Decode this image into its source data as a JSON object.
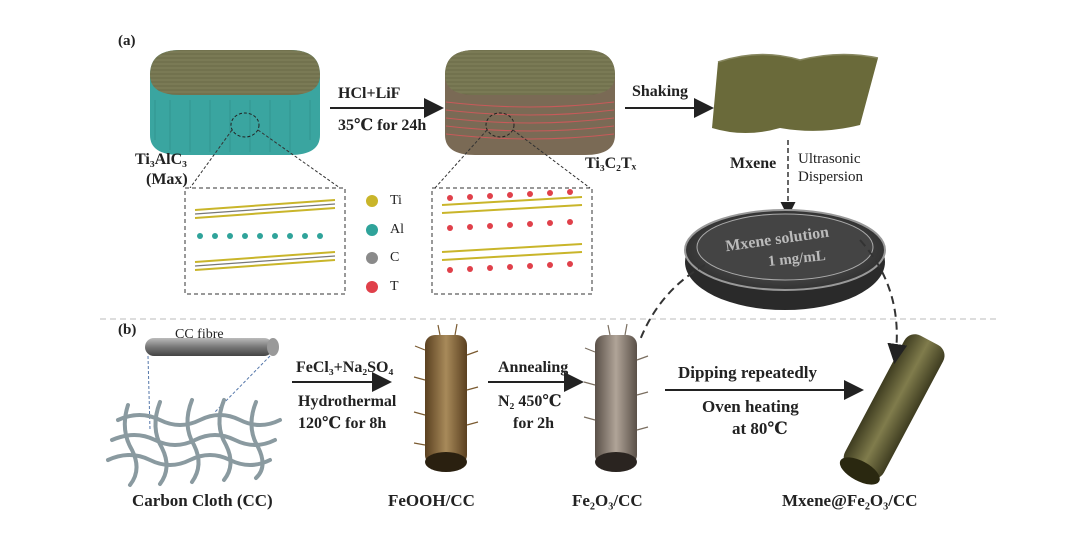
{
  "panels": {
    "a": "(a)",
    "b": "(b)"
  },
  "steps": {
    "acid": "HCl+LiF",
    "acid_cond": "35℃ for 24h",
    "shaking": "Shaking",
    "ultra1": "Ultrasonic",
    "ultra2": "Dispersion",
    "hydro1": "FeCl₃+Na₂SO₄",
    "hydro2": "Hydrothermal",
    "hydro3": "120℃ for 8h",
    "anneal1": "Annealing",
    "anneal2": "N₂ 450℃",
    "anneal3": "for 2h",
    "dip1": "Dipping repeatedly",
    "dip2": "Oven heating",
    "dip3": "at 80℃"
  },
  "materials": {
    "max1": "Ti₃AlC₃",
    "max2": "(Max)",
    "mxene_etched": "Ti₃C₂Tₓ",
    "mxene": "Mxene",
    "solution1": "Mxene solution",
    "solution2": "1 mg/mL",
    "cc_fibre": "CC fibre",
    "carbon_cloth": "Carbon Cloth (CC)",
    "feooh": "FeOOH/CC",
    "fe2o3": "Fe₂O₃/CC",
    "final": "Mxene@Fe₂O₃/CC"
  },
  "legend": [
    {
      "label": "Ti",
      "color": "#c9b52a"
    },
    {
      "label": "Al",
      "color": "#2fa39a"
    },
    {
      "label": "C",
      "color": "#8a8a8a"
    },
    {
      "label": "T",
      "color": "#e0404a"
    }
  ],
  "colors": {
    "max_side": "#3aa5a0",
    "max_top": "#7a7a55",
    "mxene_green": "#6a6a3a",
    "feooh": "#8a6a3a",
    "fe2o3": "#8a7a6a",
    "final": "#5e5c36",
    "arrow": "#222222"
  }
}
